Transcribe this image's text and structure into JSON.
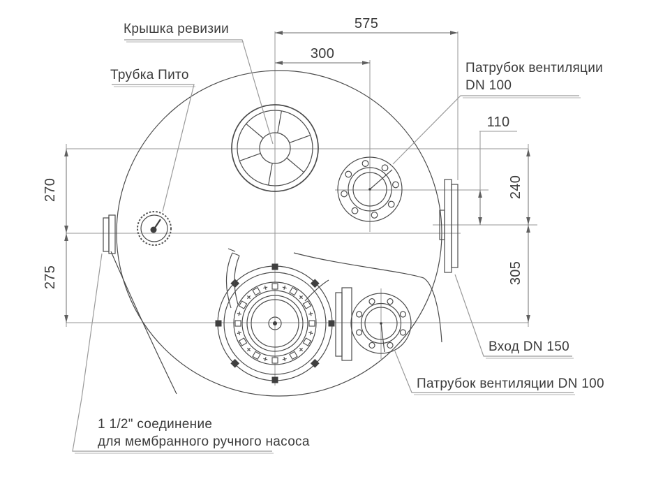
{
  "drawing": {
    "type": "technical-drawing",
    "subject": "end view of horizontal tank with nozzles and flanges",
    "labels": {
      "inspection_cover": "Крышка ревизии",
      "pitot_tube": "Трубка Пито",
      "vent_top_line1": "Патрубок вентиляции",
      "vent_top_line2": "DN 100",
      "inlet": "Вход DN 150",
      "vent_bottom": "Патрубок вентиляции DN 100",
      "pump_line1": "1 1/2\" соединение",
      "pump_line2": "для мембранного ручного насоса"
    },
    "dimensions": {
      "top_overall": "575",
      "cover_to_vent": "300",
      "vent_to_inlet": "110",
      "left_upper": "270",
      "left_lower": "275",
      "right_upper": "240",
      "right_lower": "305"
    },
    "colors": {
      "background": "#ffffff",
      "part_lines": "#4b4b4b",
      "construction_lines": "#959595",
      "text": "#3b3b3b"
    }
  }
}
